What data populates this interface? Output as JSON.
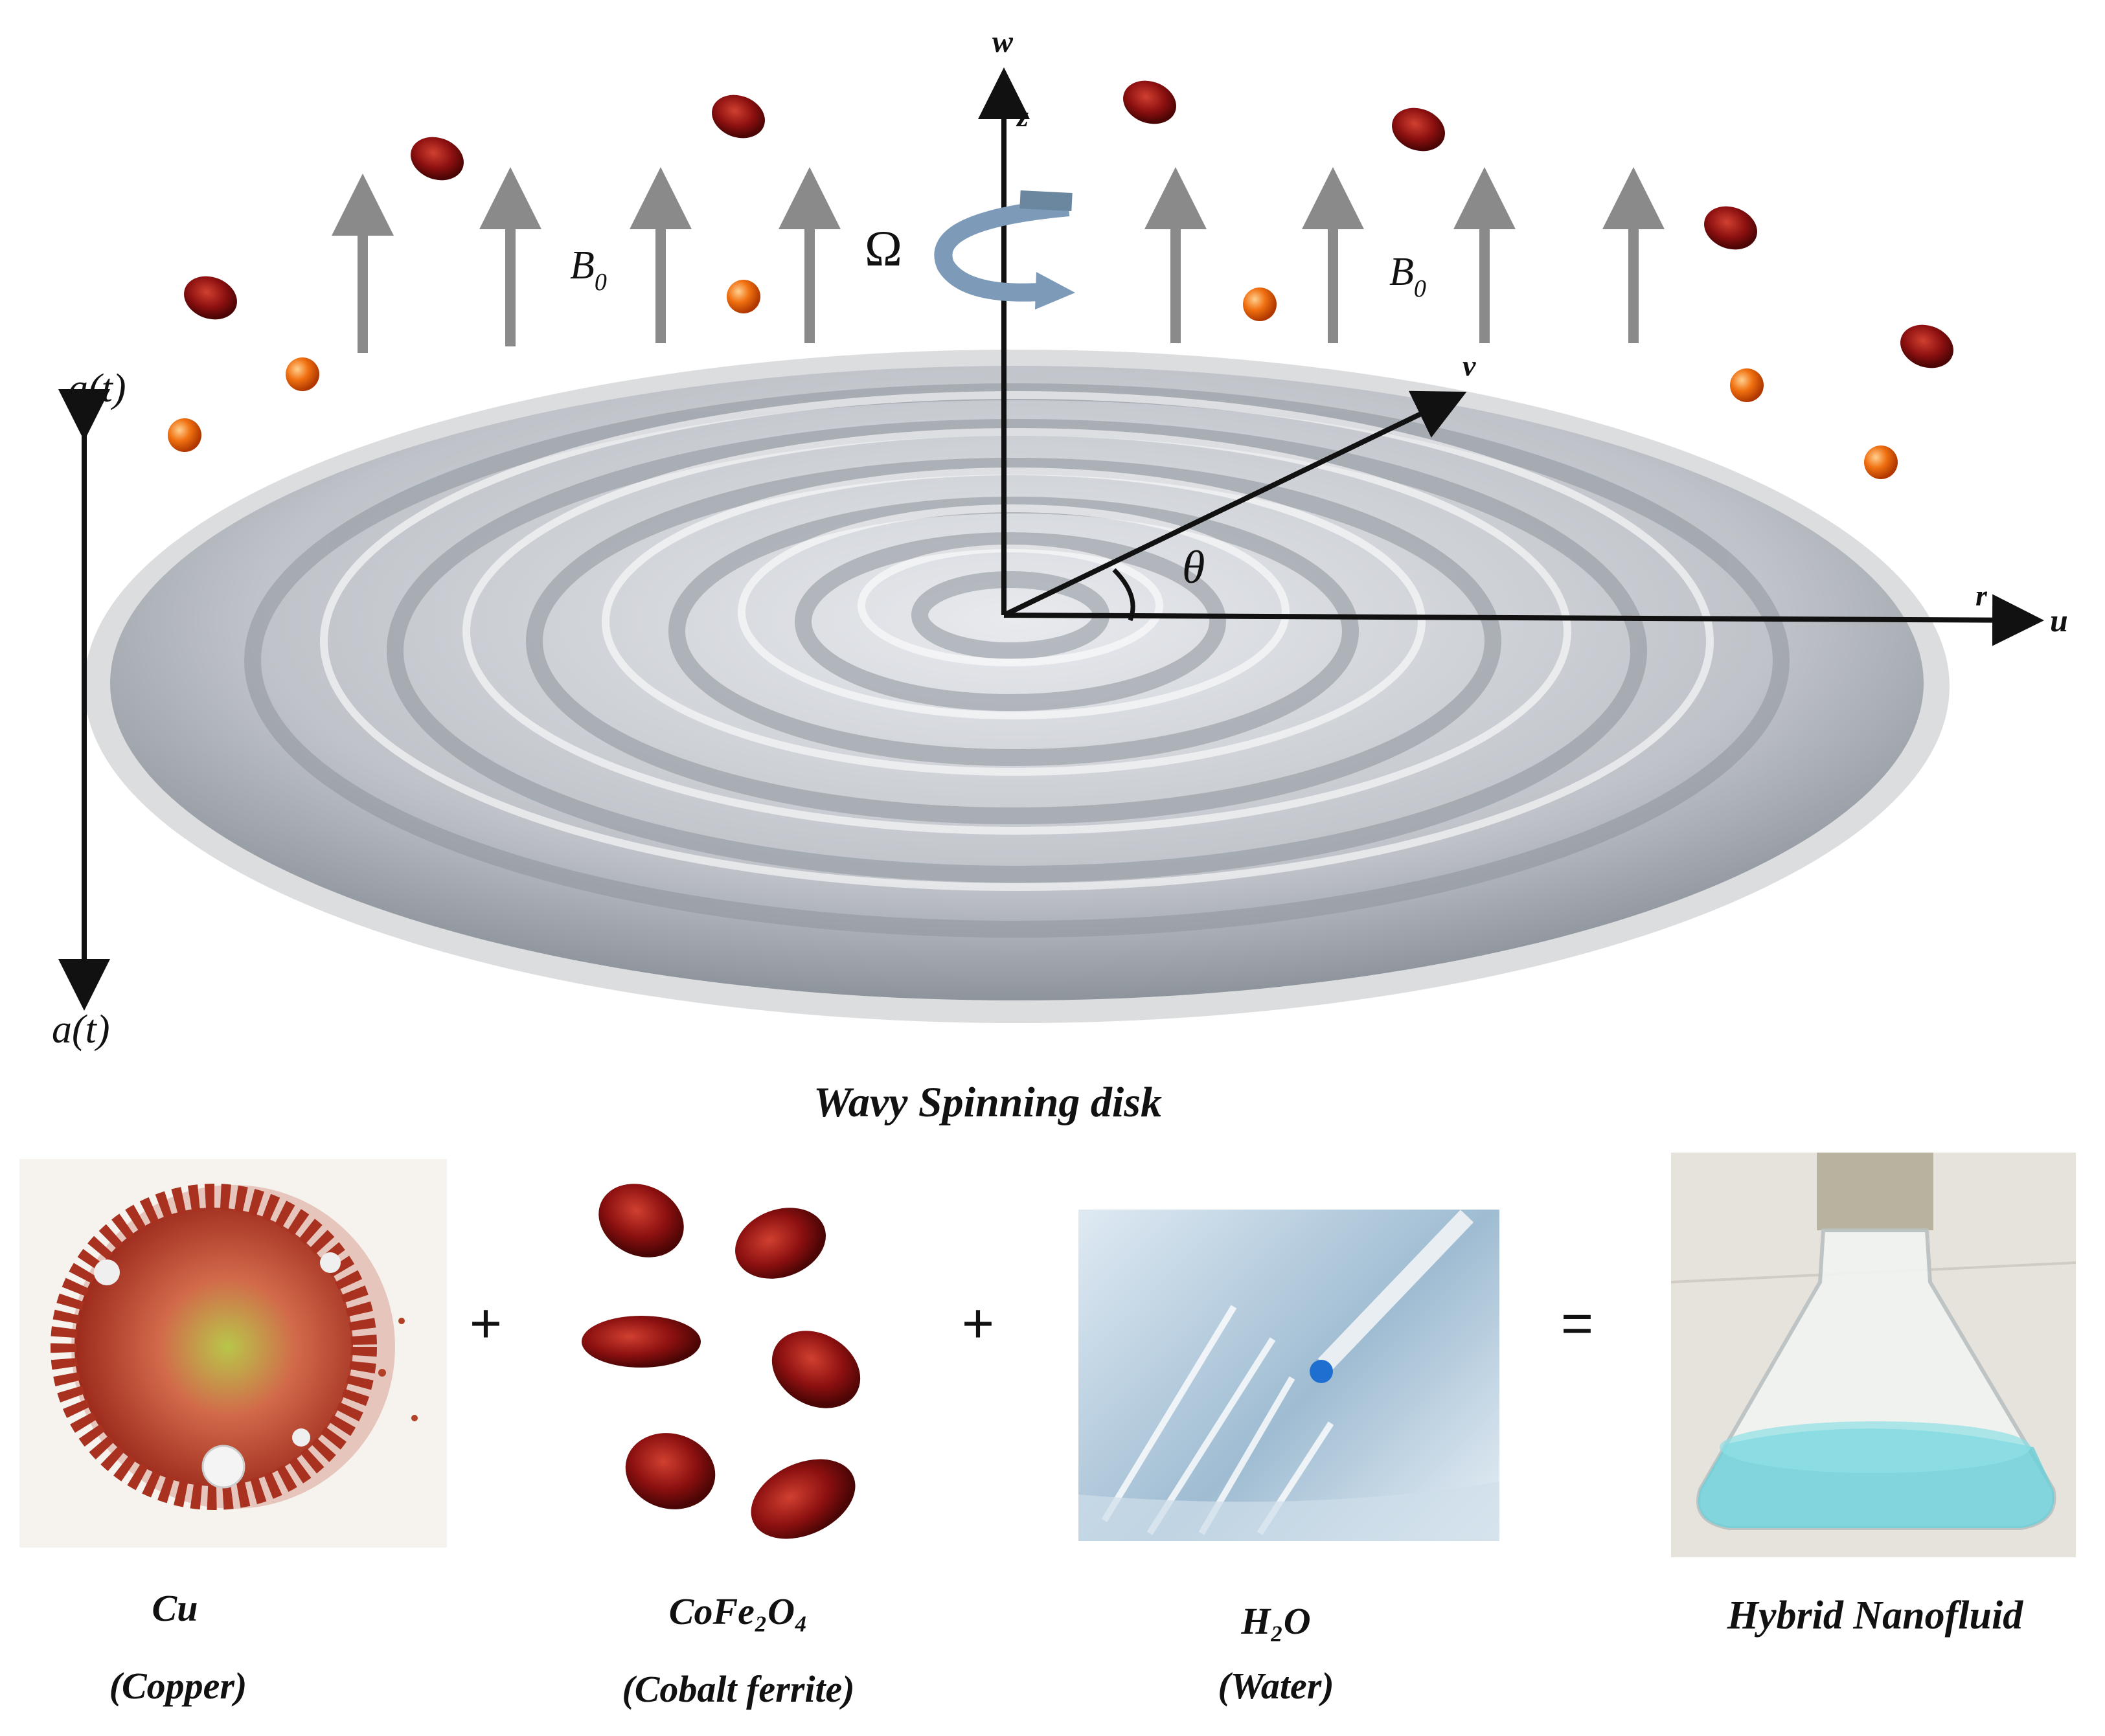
{
  "diagram": {
    "title": "Wavy Spinning disk",
    "axes": {
      "w": "w",
      "z": "z",
      "v": "v",
      "r": "r",
      "u": "u",
      "theta": "θ",
      "omega": "Ω"
    },
    "field_labels": [
      "B",
      "B"
    ],
    "field_subscript": "0",
    "distance_labels": [
      "a(t)",
      "a(t)"
    ]
  },
  "components": [
    {
      "name": "Cu",
      "desc": "(Copper)"
    },
    {
      "name": "CoFe₂O₄",
      "desc": "(Cobalt ferrite)"
    },
    {
      "name": "H₂O",
      "desc": "(Water)"
    },
    {
      "name": "Hybrid Nanofluid",
      "desc": ""
    }
  ],
  "operators": [
    "+",
    "+",
    "="
  ],
  "colors": {
    "disk": "#c9ccd1",
    "rim": "#d9dadb",
    "arrow": "#8a8a8a",
    "particle_red": "#8c1010",
    "particle_orange": "#e06010",
    "liquid": "#6fd0d8"
  }
}
